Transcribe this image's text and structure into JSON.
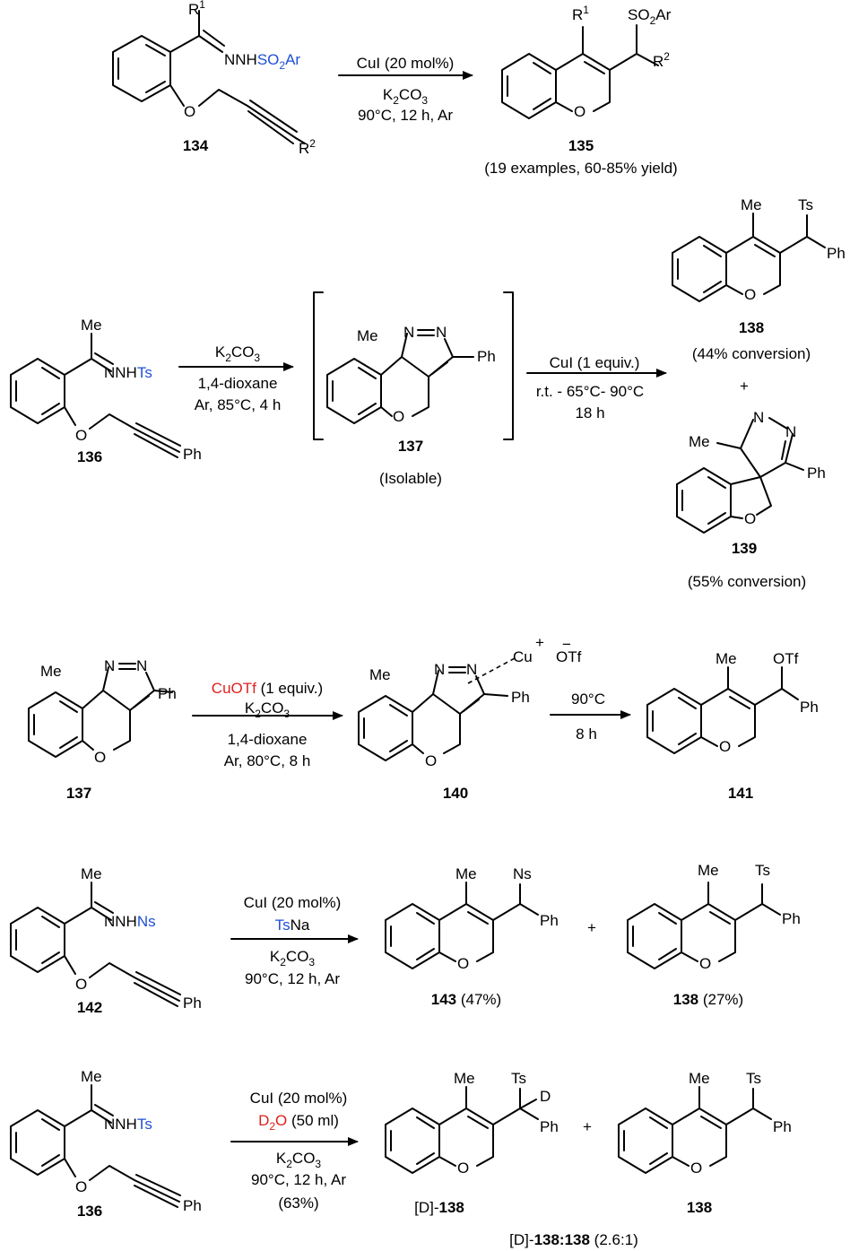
{
  "colors": {
    "blue": "#1f4fd6",
    "red": "#e02020",
    "black": "#000000"
  },
  "labels": {
    "R1": "R",
    "R1_sup": "1",
    "R2": "R",
    "R2_sup": "2",
    "O": "O",
    "N": "N",
    "Me": "Me",
    "Ph": "Ph",
    "Ts": "Ts",
    "Ns": "Ns",
    "OTf": "OTf",
    "D": "D",
    "SO2Ar_a": "SO",
    "SO2Ar_sub": "2",
    "SO2Ar_b": "Ar",
    "NNH": "NNH",
    "NNHTs_a": "NNH",
    "NNHTs_b": "Ts",
    "NNHNs_b": "Ns",
    "NNHSO2Ar_a": "NNH",
    "NNHSO2Ar_b": "SO",
    "NNHSO2Ar_sub": "2",
    "NNHSO2Ar_c": "Ar",
    "Cu": "Cu",
    "plus": "+",
    "minus": "−"
  },
  "scheme1": {
    "sm_id": "134",
    "reagent1": "CuI (20 mol%)",
    "reagent2_a": "K",
    "reagent2_sub1": "2",
    "reagent2_b": "CO",
    "reagent2_sub2": "3",
    "conditions": "90°C, 12 h, Ar",
    "product_id": "135",
    "product_note": "(19 examples, 60-85% yield)"
  },
  "scheme2": {
    "sm_id": "136",
    "step1_reagent_a": "K",
    "step1_reagent_sub1": "2",
    "step1_reagent_b": "CO",
    "step1_reagent_sub2": "3",
    "step1_solvent": "1,4-dioxane",
    "step1_conditions": "Ar, 85°C, 4 h",
    "intermediate_id": "137",
    "intermediate_note": "(Isolable)",
    "step2_reagent": "CuI (1 equiv.)",
    "step2_temps": "r.t. - 65°C- 90°C",
    "step2_time": "18 h",
    "product_a_id": "138",
    "product_a_note": "(44% conversion)",
    "plus": "+",
    "product_b_id": "139",
    "product_b_note": "(55% conversion)"
  },
  "scheme3": {
    "sm_id": "137",
    "reagent1": "CuOTf",
    "reagent1_rest": " (1 equiv.)",
    "reagent2_a": "K",
    "reagent2_sub1": "2",
    "reagent2_b": "CO",
    "reagent2_sub2": "3",
    "solvent": "1,4-dioxane",
    "conditions": "Ar, 80°C, 8 h",
    "intermediate_id": "140",
    "step2_temp": "90°C",
    "step2_time": "8 h",
    "product_id": "141"
  },
  "scheme4": {
    "sm_id": "142",
    "reagent1": "CuI (20 mol%)",
    "reagent2": "Ts",
    "reagent2_rest": "Na",
    "reagent3_a": "K",
    "reagent3_sub1": "2",
    "reagent3_b": "CO",
    "reagent3_sub2": "3",
    "conditions": "90°C, 12 h, Ar",
    "product_a_id": "143",
    "product_a_yield": " (47%)",
    "plus": "+",
    "product_b_id": "138",
    "product_b_yield": " (27%)"
  },
  "scheme5": {
    "sm_id": "136",
    "reagent1": "CuI (20 mol%)",
    "reagent2_a": "D",
    "reagent2_sub": "2",
    "reagent2_b": "O",
    "reagent2_rest": " (50 ml)",
    "reagent3_a": "K",
    "reagent3_sub1": "2",
    "reagent3_b": "CO",
    "reagent3_sub2": "3",
    "conditions": "90°C, 12 h, Ar",
    "yield": "(63%)",
    "product_a_prefix": "[D]-",
    "product_a_id": "138",
    "plus": "+",
    "product_b_id": "138",
    "ratio_prefix": "[D]-",
    "ratio_bold": "138:138",
    "ratio_rest": " (2.6:1)"
  }
}
